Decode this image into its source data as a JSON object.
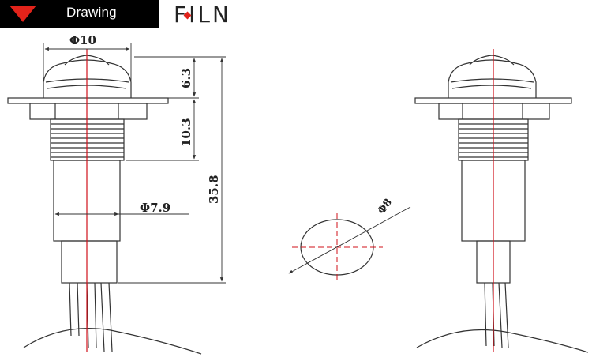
{
  "header": {
    "label": "Drawing",
    "accent_color": "#e2231a"
  },
  "brand": {
    "name": "FILN",
    "accent_color": "#e2231a"
  },
  "dimensions": {
    "head_diameter": "Φ10",
    "dome_height": "6.3",
    "thread_length": "10.3",
    "total_length": "35.8",
    "body_diameter": "Φ7.9",
    "mount_hole": "Φ8"
  },
  "colors": {
    "line": "#333333",
    "centerline": "#d0101a"
  }
}
